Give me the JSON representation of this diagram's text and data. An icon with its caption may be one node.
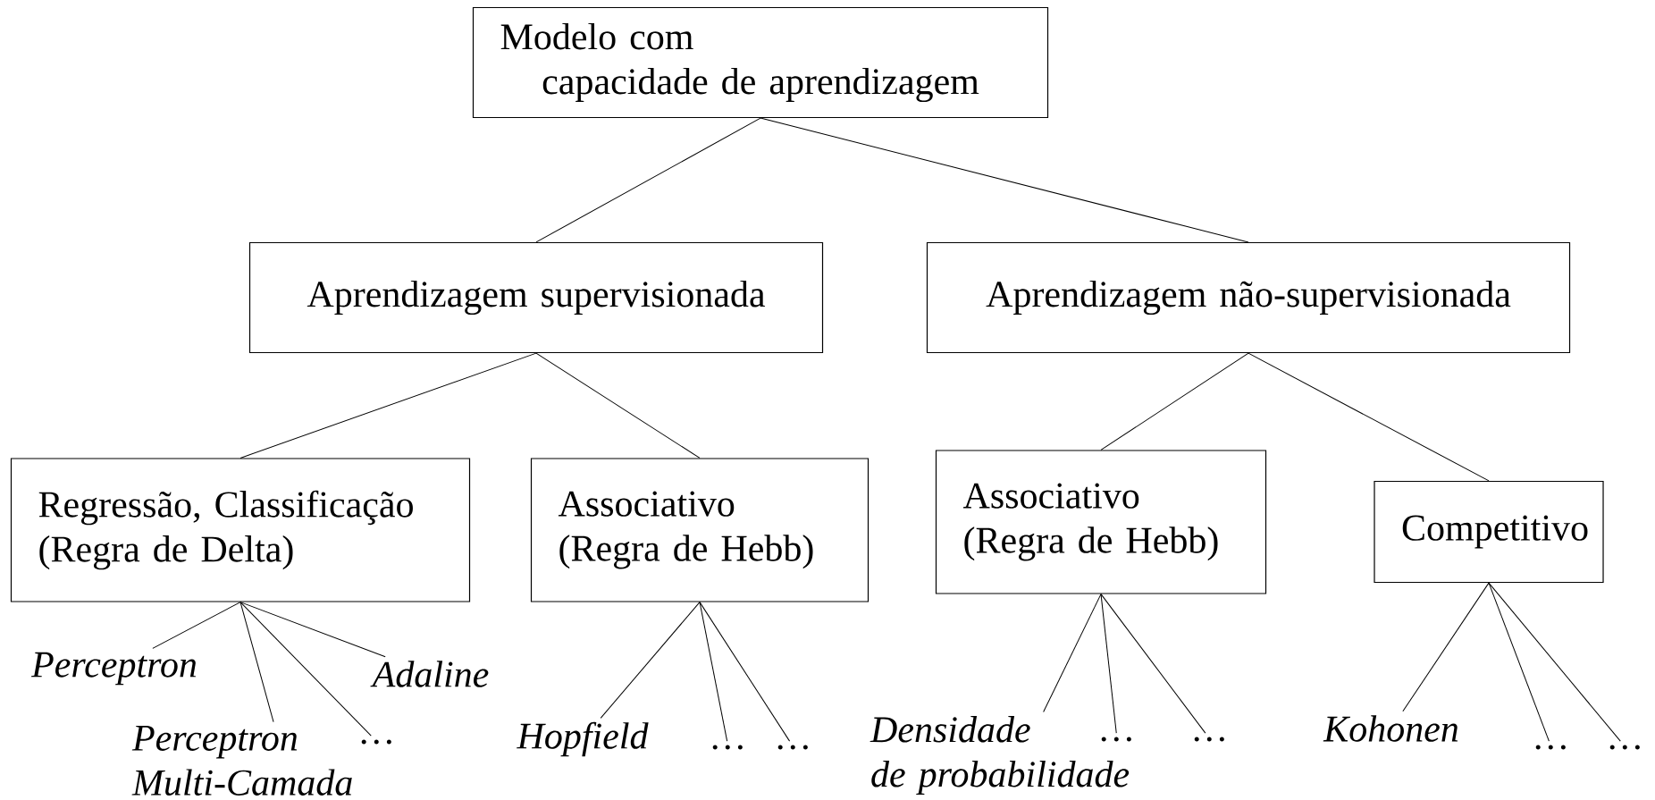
{
  "diagram": {
    "nodes": [
      {
        "text": [
          "Modelo com capacidade de aprendizagem"
        ]
      },
      {
        "text": [
          "Aprendizagem supervisionada"
        ]
      },
      {
        "text": [
          "Aprendizagem não-supervisionada"
        ]
      },
      {
        "text": [
          "Regressão, Classificação (Regra de Delta)"
        ]
      },
      {
        "text": [
          "Associativo (Regra de Hebb)"
        ]
      },
      {
        "text": [
          "Associativo (Regra de Hebb)"
        ]
      },
      {
        "text": [
          "Competitivo"
        ]
      },
      {
        "text": [
          "Perceptron"
        ]
      },
      {
        "text": [
          "Adaline"
        ]
      },
      {
        "text": [
          "Perceptron Multi-Camada"
        ]
      },
      {
        "text": [
          "…"
        ]
      },
      {
        "text": [
          "Hopfield"
        ]
      },
      {
        "text": [
          "…"
        ]
      },
      {
        "text": [
          "…"
        ]
      },
      {
        "text": [
          "Densidade de probabilidade"
        ]
      },
      {
        "text": [
          "…"
        ]
      },
      {
        "text": [
          "…"
        ]
      },
      {
        "text": [
          "Kohonen"
        ]
      },
      {
        "text": [
          "…"
        ]
      },
      {
        "text": [
          "…"
        ]
      }
    ],
    "edges": [
      {
        "from": 0,
        "to": 1,
        "arrow": "none"
      },
      {
        "from": 0,
        "to": 2,
        "arrow": "none"
      },
      {
        "from": 1,
        "to": 3,
        "arrow": "none"
      },
      {
        "from": 1,
        "to": 4,
        "arrow": "none"
      },
      {
        "from": 2,
        "to": 5,
        "arrow": "none"
      },
      {
        "from": 2,
        "to": 6,
        "arrow": "none"
      },
      {
        "from": 3,
        "to": 7,
        "arrow": "none"
      },
      {
        "from": 3,
        "to": 9,
        "arrow": "none"
      },
      {
        "from": 3,
        "to": 10,
        "arrow": "none"
      },
      {
        "from": 3,
        "to": 8,
        "arrow": "none"
      },
      {
        "from": 4,
        "to": 11,
        "arrow": "none"
      },
      {
        "from": 4,
        "to": 12,
        "arrow": "none"
      },
      {
        "from": 4,
        "to": 13,
        "arrow": "none"
      },
      {
        "from": 5,
        "to": 14,
        "arrow": "none"
      },
      {
        "from": 5,
        "to": 15,
        "arrow": "none"
      },
      {
        "from": 5,
        "to": 16,
        "arrow": "none"
      },
      {
        "from": 6,
        "to": 17,
        "arrow": "none"
      },
      {
        "from": 6,
        "to": 18,
        "arrow": "none"
      },
      {
        "from": 6,
        "to": 19,
        "arrow": "none"
      }
    ]
  }
}
